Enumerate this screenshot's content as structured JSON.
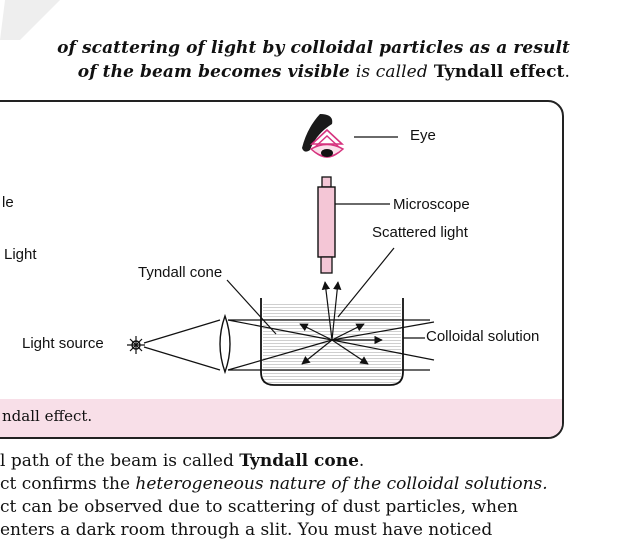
{
  "top_paragraph": {
    "line1": "of scattering of light by colloidal particles as a result",
    "line2_bold": "of the beam becomes visible",
    "line2_mid": "is called",
    "line2_term": "Tyndall effect",
    "line2_end": "."
  },
  "figure": {
    "labels": {
      "eye": "Eye",
      "microscope": "Microscope",
      "scattered_light": "Scattered light",
      "tyndall_cone": "Tyndall cone",
      "light_source": "Light source",
      "colloidal_solution": "Colloidal solution",
      "partial_le": "le",
      "partial_light": "Light"
    },
    "caption": "ndall effect.",
    "colors": {
      "caption_bg": "#f8dfe8",
      "microscope_fill": "#f4c6d6",
      "eye": "#d6337e"
    }
  },
  "bottom_paragraph": {
    "line1_a": "l path of the beam is called",
    "line1_term": "Tyndall cone",
    "line1_end": ".",
    "line2_a": "ct confirms the",
    "line2_italic": "heterogeneous nature of the colloidal solutions.",
    "line3": "ct can be observed due to scattering of dust particles, when",
    "line4": "enters a dark room through a slit. You must have noticed"
  }
}
